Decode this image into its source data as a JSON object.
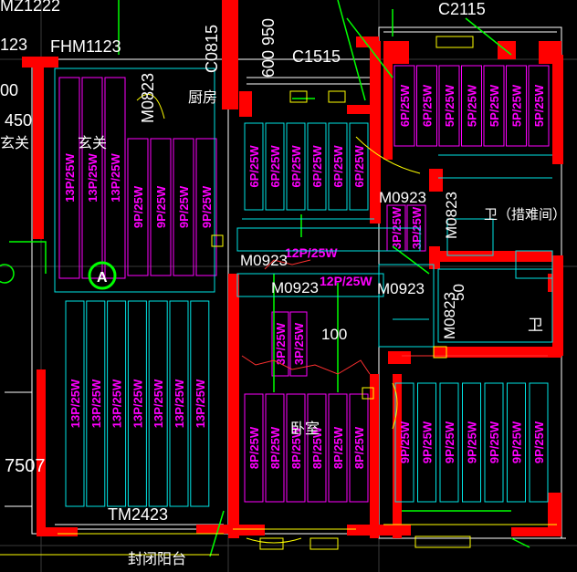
{
  "text_labels": {
    "tag_mz1222": "MZ1222",
    "tag_123": "123",
    "tag_fhm1123": "FHM1123",
    "tag_c2115": "C2115",
    "tag_c1515": "C1515",
    "tag_m0823_left": "M0823",
    "tag_c0815": "C0815",
    "tag_600_950": "600 950",
    "tag_kitchen": "厨房",
    "tag_00": "00",
    "tag_450": "450",
    "tag_xuanguan_left": "玄关",
    "tag_xuanguan": "玄关",
    "tag_m0923_a": "M0923",
    "tag_m0923_b": "M0923",
    "tag_m0923_c": "M0923",
    "tag_m0923_d": "M0923",
    "tag_m0823_right": "M0823",
    "tag_m0823_mid": "M0823",
    "tag_wei_access": "卫（措难间）",
    "tag_wei": "卫",
    "tag_bedroom": "卧室",
    "tag_100": "100",
    "tag_550": "50",
    "tag_tm2423": "TM2423",
    "tag_7507": "7507",
    "tag_balcony": "封闭阳台",
    "tag_axis_a": "A"
  },
  "heater_labels": {
    "p13": "13P/25W",
    "p9": "9P/25W",
    "p6": "6P/25W",
    "p5": "5P/25W",
    "p3": "3P/25W",
    "p8": "8P/25W",
    "p12": "12P/25W",
    "p12b": "12P/25W"
  },
  "colors": {
    "wall": "#ff0000",
    "cyan": "#00e5e5",
    "magenta": "#ff00ff",
    "green": "#00ff00",
    "yellow": "#ffff00",
    "white": "#ffffff",
    "orange": "#ff8800"
  }
}
